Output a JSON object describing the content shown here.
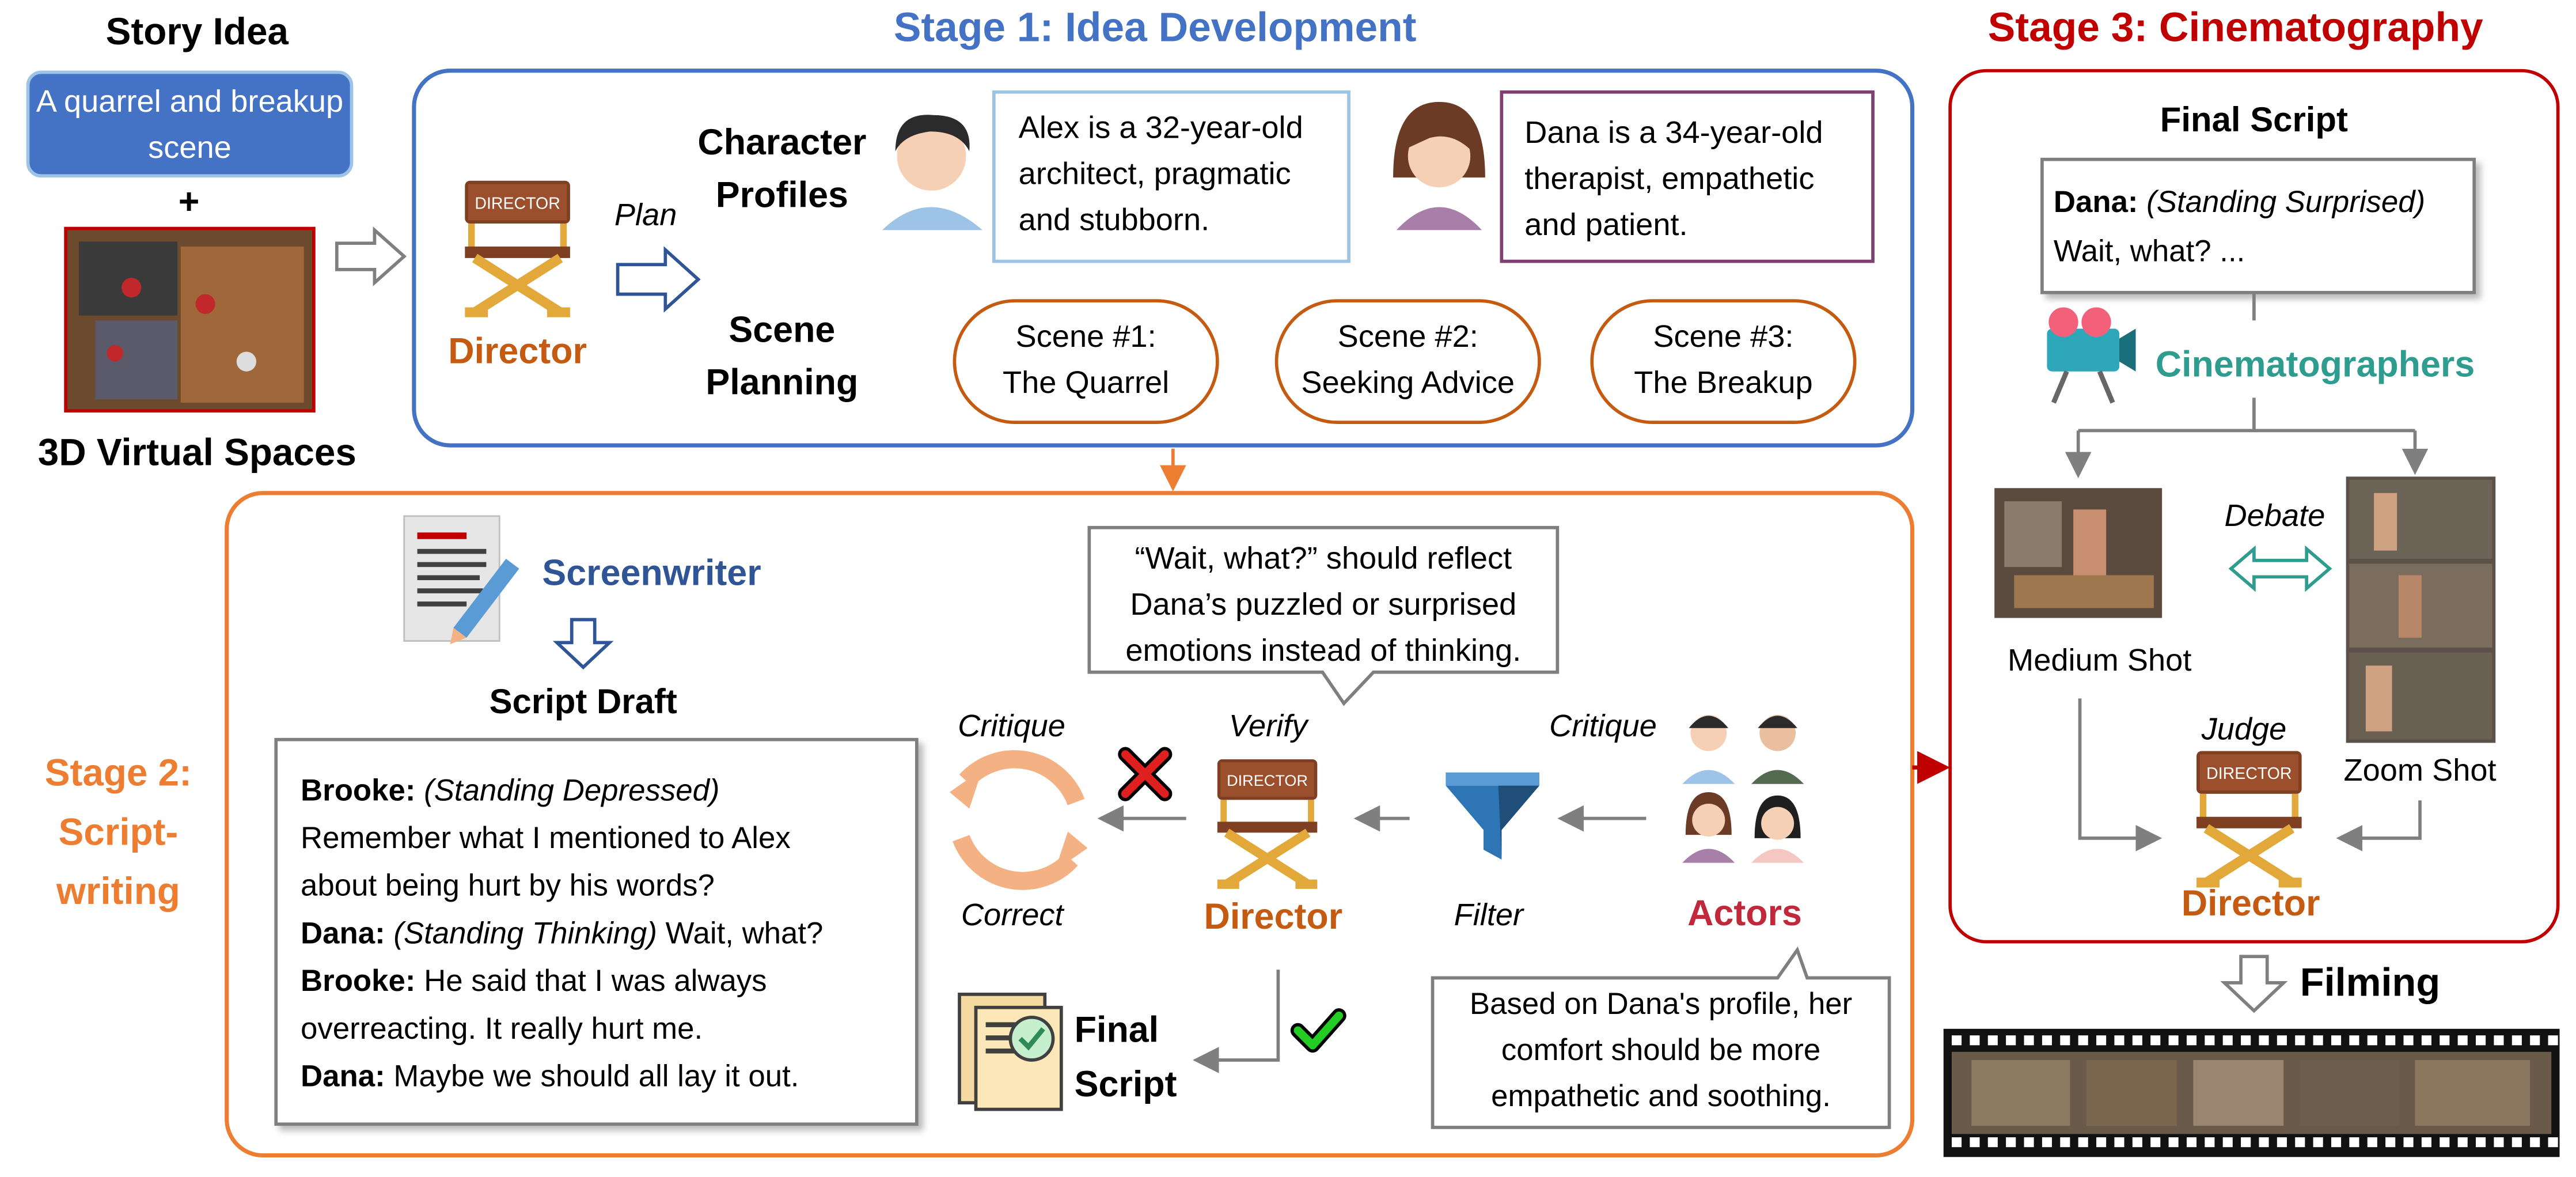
{
  "story": {
    "title": "Story Idea",
    "idea": "A quarrel and breakup scene",
    "plus": "+",
    "spaces_label": "3D Virtual Spaces"
  },
  "stage1": {
    "title": "Stage 1: Idea Development",
    "director": "Director",
    "plan": "Plan",
    "char_profiles_l1": "Character",
    "char_profiles_l2": "Profiles",
    "scene_planning_l1": "Scene",
    "scene_planning_l2": "Planning",
    "alex": [
      "Alex is a 32-year-old",
      "architect, pragmatic",
      "and stubborn."
    ],
    "dana": [
      "Dana is a 34-year-old",
      "therapist, empathetic",
      "and patient."
    ],
    "scenes": [
      [
        "Scene #1:",
        "The Quarrel"
      ],
      [
        "Scene #2:",
        "Seeking Advice"
      ],
      [
        "Scene #3:",
        "The Breakup"
      ]
    ]
  },
  "stage2": {
    "title": [
      "Stage 2:",
      "Script-",
      "writing"
    ],
    "screenwriter": "Screenwriter",
    "script_draft": "Script Draft",
    "draft": [
      {
        "speaker": "Brooke:",
        "action": "(Standing Depressed)",
        "text": ""
      },
      {
        "speaker": "",
        "action": "",
        "text": "Remember what I mentioned to Alex"
      },
      {
        "speaker": "",
        "action": "",
        "text": "about being hurt by his words?"
      },
      {
        "speaker": "Dana:",
        "action": "(Standing Thinking)",
        "text": " Wait, what?"
      },
      {
        "speaker": "Brooke:",
        "action": "",
        "text": " He said that I was always"
      },
      {
        "speaker": "",
        "action": "",
        "text": "overreacting. It really hurt me."
      },
      {
        "speaker": "Dana:",
        "action": "",
        "text": " Maybe we should all lay it out."
      }
    ],
    "critique": "Critique",
    "correct": "Correct",
    "verify": "Verify",
    "director": "Director",
    "critique2": "Critique",
    "filter": "Filter",
    "actors": "Actors",
    "bubble_director": [
      "“Wait, what?” should reflect",
      "Dana’s puzzled or surprised",
      "emotions instead of thinking."
    ],
    "bubble_actor": [
      "Based on Dana's profile, her",
      "comfort should be more",
      "empathetic and soothing."
    ],
    "final_script_l1": "Final",
    "final_script_l2": "Script"
  },
  "stage3": {
    "title": "Stage 3: Cinematography",
    "final_script": "Final Script",
    "script_speaker": "Dana:",
    "script_action": "(Standing Surprised)",
    "script_text": "Wait, what? ...",
    "cinematographers": "Cinematographers",
    "debate": "Debate",
    "medium_shot": "Medium Shot",
    "zoom_shot": "Zoom Shot",
    "judge": "Judge",
    "director": "Director",
    "filming": "Filming"
  },
  "colors": {
    "blue": "#4472c4",
    "orange": "#ed7d31",
    "red": "#c00000",
    "director": "#c55a11",
    "teal": "#2e9d8f",
    "actors": "#c0283b",
    "gray": "#7f7f7f"
  }
}
